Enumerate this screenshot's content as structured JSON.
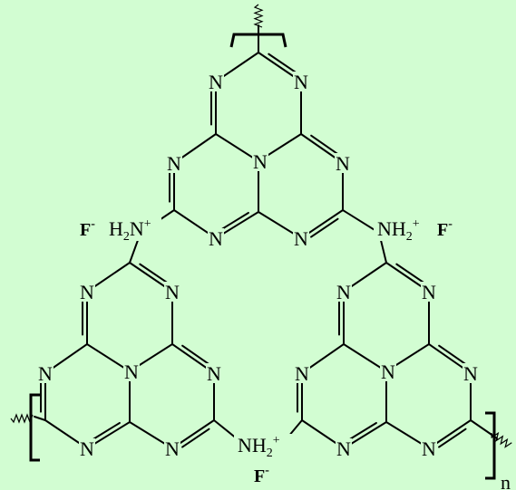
{
  "labels": {
    "n": "N",
    "nh2": "NH",
    "h2n": "H",
    "h2n_n": "N",
    "sub2": "2",
    "plus": "+",
    "fluoride": "F",
    "fluoride_charge": "-",
    "repeat_n": "n"
  },
  "colors": {
    "background": "#d2fdd2",
    "ink": "#000000"
  }
}
